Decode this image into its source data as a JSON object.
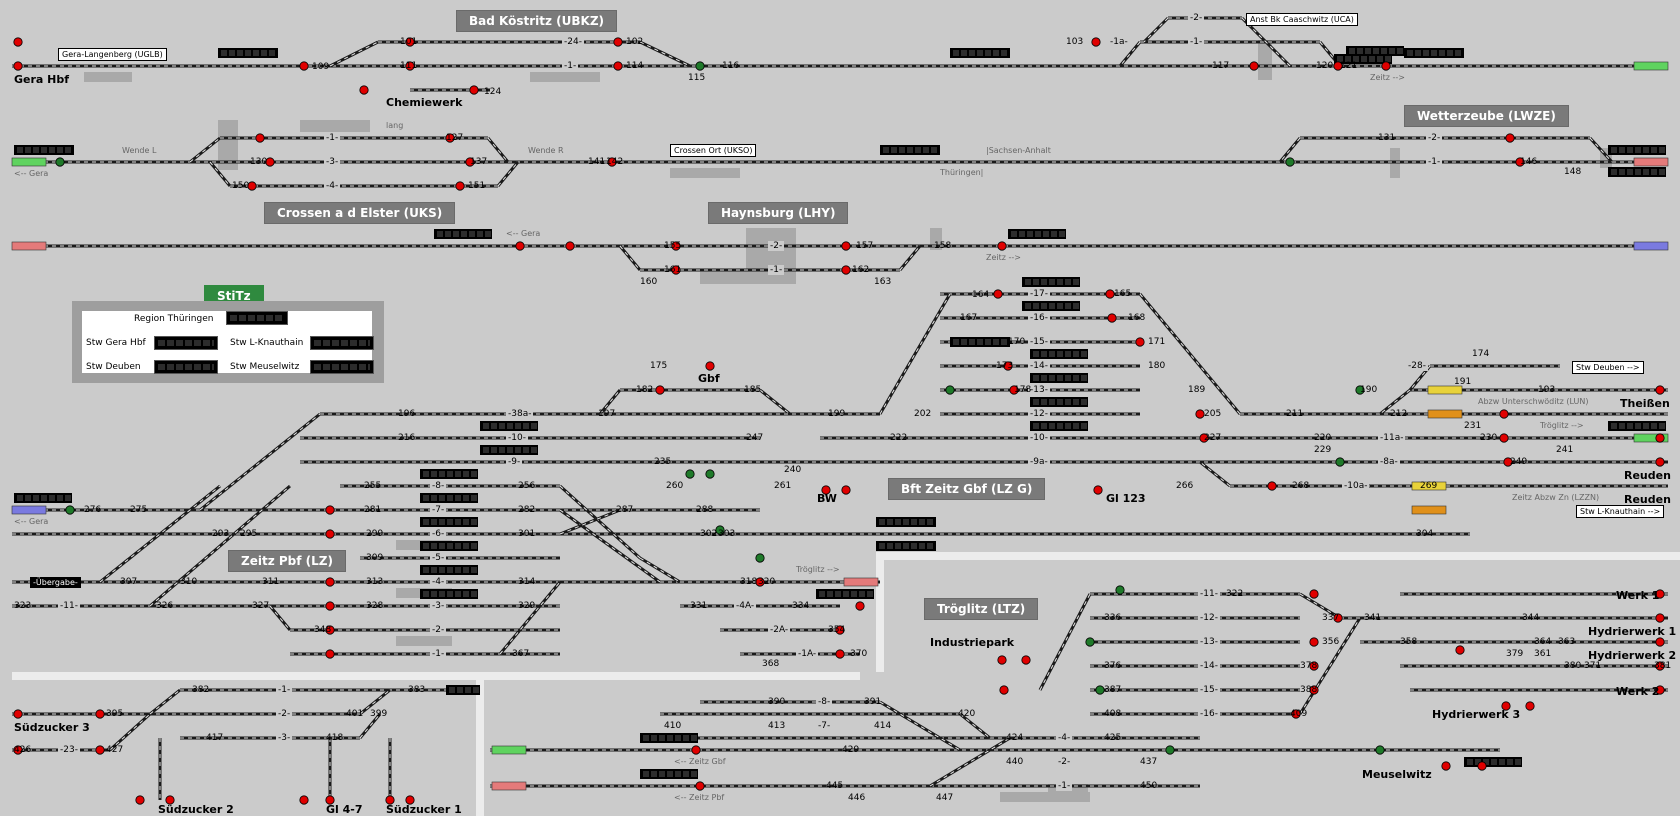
{
  "window": {
    "title": "Stellwerk Zeitz - Gleisbild"
  },
  "headers": {
    "bad_koestritz": "Bad Köstritz (UBKZ)",
    "wetterzeube": "Wetterzeube (LWZE)",
    "crossen": "Crossen a d Elster (UKS)",
    "haynsburg": "Haynsburg (LHY)",
    "stitz": "StiTz",
    "bft_zeitz_gbf": "Bft Zeitz Gbf (LZ G)",
    "zeitz_pbf": "Zeitz Pbf (LZ)",
    "troeglitz": "Tröglitz (LTZ)"
  },
  "stitz_panel": {
    "region": "Region Thüringen",
    "gera_hbf": "Stw Gera Hbf",
    "l_knauthain": "Stw L-Knauthain",
    "deuben": "Stw Deuben",
    "meuselwitz": "Stw Meuselwitz"
  },
  "stations": {
    "gera_hbf": "Gera Hbf",
    "chemiewerk": "Chemiewerk",
    "gbf": "Gbf",
    "bw": "BW",
    "gl123": "Gl 123",
    "theissen": "Theißen",
    "reuden1": "Reuden",
    "reuden2": "Reuden",
    "industriepark": "Industriepark",
    "meuselwitz": "Meuselwitz",
    "werk1": "Werk 1",
    "hydrierwerk1": "Hydrierwerk 1",
    "hydrierwerk2": "Hydrierwerk 2",
    "werk2": "Werk 2",
    "hydrierwerk3": "Hydrierwerk 3",
    "suedzucker3": "Südzucker 3",
    "suedzucker2": "Südzucker 2",
    "gl47": "Gl 4-7",
    "suedzucker1": "Südzucker 1"
  },
  "boxes": {
    "gera_langenberg": "Gera-Langenberg (UGLB)",
    "anst_caaschwitz": "Anst Bk Caaschwitz (UCA)",
    "crossen_ort": "Crossen Ort (UKSO)",
    "stw_deuben": "Stw Deuben -->",
    "stw_lknauthain": "Stw L-Knauthain -->",
    "uebergabe": "-Übergabe-"
  },
  "notes": {
    "zeitz1": "Zeitz -->",
    "wende_l": "Wende L",
    "wende_r": "Wende R",
    "sachsen_anhalt": "|Sachsen-Anhalt",
    "thueringen": "Thüringen|",
    "lang": "lang",
    "gera1": "<-- Gera",
    "gera2": "<-- Gera",
    "zeitz2": "Zeitz -->",
    "gera3": "<-- Gera",
    "abzw_unt": "Abzw Unterschwöditz (LUN)",
    "troeglitz1": "Tröglitz -->",
    "zeitz_abzw": "Zeitz Abzw Zn (LZZN)",
    "troeglitz2": "Tröglitz -->",
    "zeitz_gbf": "<-- Zeitz Gbf",
    "zeitz_pbf": "<-- Zeitz Pbf"
  },
  "track_numbers": {
    "kz1": "-24-",
    "kz2": "-1-",
    "uca1": "-1a-",
    "uca2": "-2-",
    "uca3": "-1-",
    "cr1": "-1-",
    "cr2": "-3-",
    "cr3": "-4-",
    "wz1": "-2-",
    "wz2": "-1-",
    "hy1": "-2-",
    "hy2": "-1-",
    "gb17": "-17-",
    "gb16": "-16-",
    "gb15": "-15-",
    "gb14": "-14-",
    "gb13": "-13-",
    "gb12": "-12-",
    "gb10": "-10-",
    "gb9": "-9a-",
    "gb11a": "-11a-",
    "gb8a": "-8a-",
    "gb10a": "-10a-",
    "gb28": "-28-",
    "p38": "-38a-",
    "p10": "-10-",
    "p9": "-9-",
    "p8": "-8-",
    "p7": "-7-",
    "p6": "-6-",
    "p5": "-5-",
    "p4": "-4-",
    "p3": "-3-",
    "p2": "-2-",
    "p1": "-1-",
    "p11": "-11-",
    "p4a": "-4A-",
    "p2a": "-2A-",
    "p1a": "-1A-",
    "t11": "-11-",
    "t12": "-12-",
    "t13": "-13-",
    "t14": "-14-",
    "t15": "-15-",
    "t16": "-16-",
    "t8": "-8-",
    "t7": "-7-",
    "t4": "-4-",
    "t2": "-2-",
    "t1": "-1-",
    "s1": "-1-",
    "s2": "-2-",
    "s3": "-3-",
    "s23": "-23-"
  },
  "signal_numbers": {
    "n101": "101",
    "n102": "102",
    "n103": "103",
    "n109": "109",
    "n111": "111",
    "n114": "114",
    "n115": "115",
    "n116": "116",
    "n117": "117",
    "n120": "120",
    "n121": "121",
    "n124": "124",
    "n127": "127",
    "n130": "130",
    "n131": "131",
    "n137": "137",
    "n141": "141",
    "n142": "142",
    "n146": "146",
    "n148": "148",
    "n150": "150",
    "n151": "151",
    "n155": "155",
    "n157": "157",
    "n158": "158",
    "n159": "159",
    "n160": "160",
    "n161": "161",
    "n162": "162",
    "n163": "163",
    "n164": "164",
    "n165": "165",
    "n167": "167",
    "n168": "168",
    "n170": "170",
    "n171": "171",
    "n173": "173",
    "n174": "174",
    "n175": "175",
    "n178": "178",
    "n180": "180",
    "n182": "182",
    "n185": "185",
    "n189": "189",
    "n190": "190",
    "n191": "191",
    "n193": "193",
    "n196": "196",
    "n197": "197",
    "n199": "199",
    "n202": "202",
    "n205": "205",
    "n211": "211",
    "n212": "212",
    "n216": "216",
    "n220": "220",
    "n222": "222",
    "n227": "227",
    "n229": "229",
    "n230": "230",
    "n231": "231",
    "n235": "235",
    "n240": "240",
    "n241": "241",
    "n247": "247",
    "n249": "249",
    "n255": "255",
    "n256": "256",
    "n260": "260",
    "n261": "261",
    "n266": "266",
    "n268": "268",
    "n269": "269",
    "n275": "275",
    "n276": "276",
    "n281": "281",
    "n282": "282",
    "n287": "287",
    "n288": "288",
    "n293": "293",
    "n295": "295",
    "n299": "299",
    "n301": "301",
    "n302": "302",
    "n303": "303",
    "n304": "304",
    "n307": "307",
    "n309": "309",
    "n310": "310",
    "n311": "311",
    "n313": "313",
    "n314": "314",
    "n318": "318",
    "n320": "320",
    "n323": "323",
    "n326": "326",
    "n327": "327",
    "n328": "328",
    "n329": "329",
    "n331": "331",
    "n334": "334",
    "n337": "337",
    "n341": "341",
    "n344": "344",
    "n348": "348",
    "n354": "354",
    "n356": "356",
    "n358": "358",
    "n361": "361",
    "n363": "363",
    "n364": "364",
    "n367": "367",
    "n368": "368",
    "n370": "370",
    "n371": "371",
    "n376": "376",
    "n378": "378",
    "n379": "379",
    "n380": "380",
    "n381": "381",
    "n382": "382",
    "n383": "383",
    "n387": "387",
    "n388": "388",
    "n390": "390",
    "n391": "391",
    "n395": "395",
    "n399": "399",
    "n401": "401",
    "n408": "408",
    "n409": "409",
    "n410": "410",
    "n413": "413",
    "n414": "414",
    "n417": "417",
    "n418": "418",
    "n420": "420",
    "n424": "424",
    "n425": "425",
    "n426": "426",
    "n427": "427",
    "n429": "429",
    "n437": "437",
    "n440": "440",
    "n445": "445",
    "n446": "446",
    "n447": "447",
    "n450": "450",
    "n322": "322",
    "n336": "336"
  },
  "colors": {
    "background": "#cbcbcb",
    "header_bg": "#7a7a7a",
    "stitz_tab": "#2f8a3f",
    "track": "#1a1a1a",
    "signal_red": "#e00000",
    "signal_green": "#1f7a2a",
    "exit_green": "#5fd35f",
    "exit_red": "#e47a7a",
    "exit_blue": "#7a7ae0",
    "exit_yellow": "#e8d23a",
    "exit_orange": "#e0901a"
  }
}
